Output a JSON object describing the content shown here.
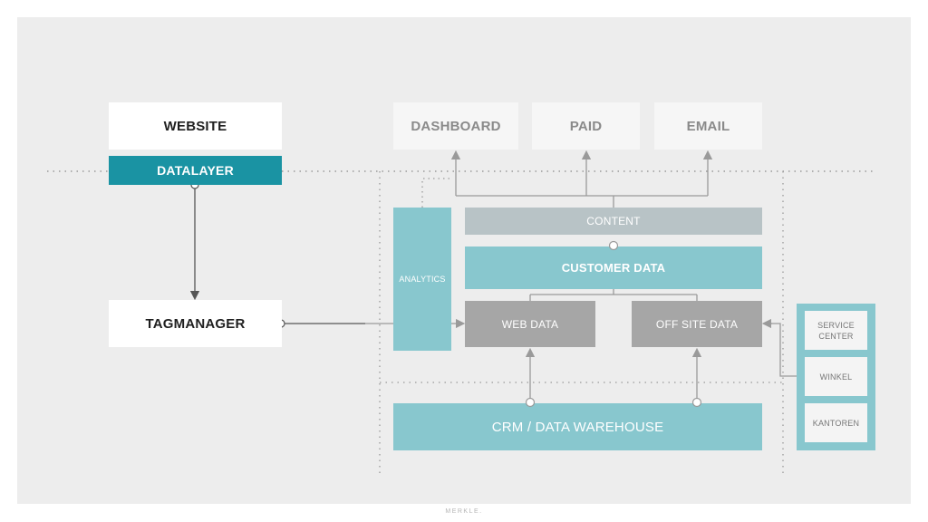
{
  "left": {
    "website": "WEBSITE",
    "datalayer": "DATALAYER",
    "tagmanager": "TAGMANAGER"
  },
  "outputs": {
    "dashboard": "DASHBOARD",
    "paid": "PAID",
    "email": "EMAIL"
  },
  "core": {
    "analytics": "ANALYTICS",
    "content": "CONTENT",
    "customer_data": "CUSTOMER DATA",
    "web_data": "WEB DATA",
    "off_site_data": "OFF SITE DATA",
    "crm": "CRM / DATA WAREHOUSE"
  },
  "sources": {
    "service_center": "SERVICE CENTER",
    "winkel": "WINKEL",
    "kantoren": "KANTOREN"
  },
  "footer": "MERKLE.",
  "colors": {
    "panel": "#ededed",
    "datalayer": "#1a93a3",
    "teal": "#88c7ce",
    "grey": "#a6a6a6",
    "content": "#b8c3c6"
  }
}
